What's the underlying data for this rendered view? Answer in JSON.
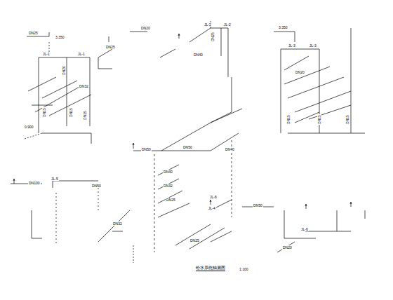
{
  "diagram": {
    "title": "给水系统轴测图",
    "labels": [
      "DN25",
      "3.350",
      "JL-1",
      "JL-1",
      "DN20",
      "DN15",
      "DN15",
      "DN15",
      "0.900",
      "DN32",
      "DN25",
      "DN20",
      "JL-2",
      "JL-2",
      "DN40",
      "DN25",
      "3.350",
      "JL-3",
      "JL-3",
      "DN20",
      "DN15",
      "DN15",
      "DN15",
      "DN50",
      "DN50",
      "DN40",
      "DN40",
      "DN32",
      "DN25",
      "JL-4",
      "DN100",
      "DN50",
      "JL-5",
      "DN32",
      "DN25",
      "JL-6",
      "JL-6",
      "DN20",
      "DN50",
      "1:100"
    ]
  }
}
